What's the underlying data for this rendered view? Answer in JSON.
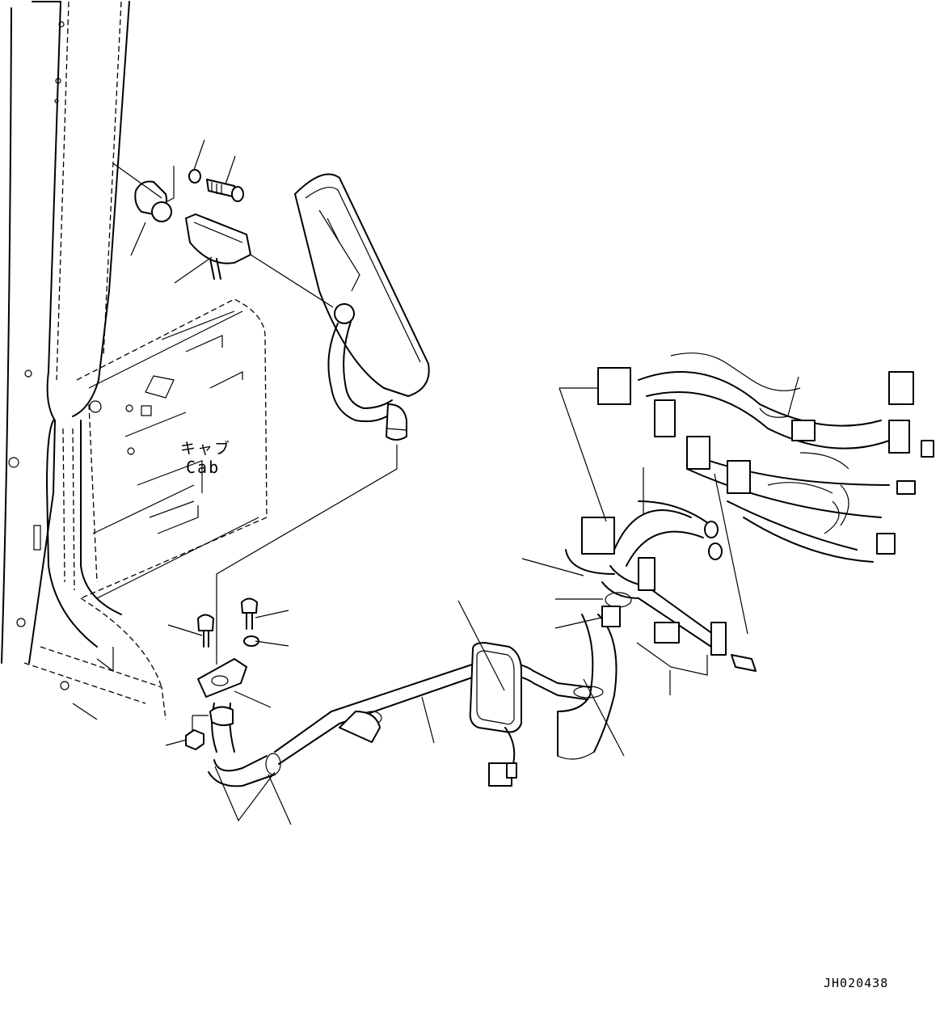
{
  "labels": {
    "cab_jp": "キャブ",
    "cab_en": "Cab",
    "drawing_id": "JH020438"
  }
}
